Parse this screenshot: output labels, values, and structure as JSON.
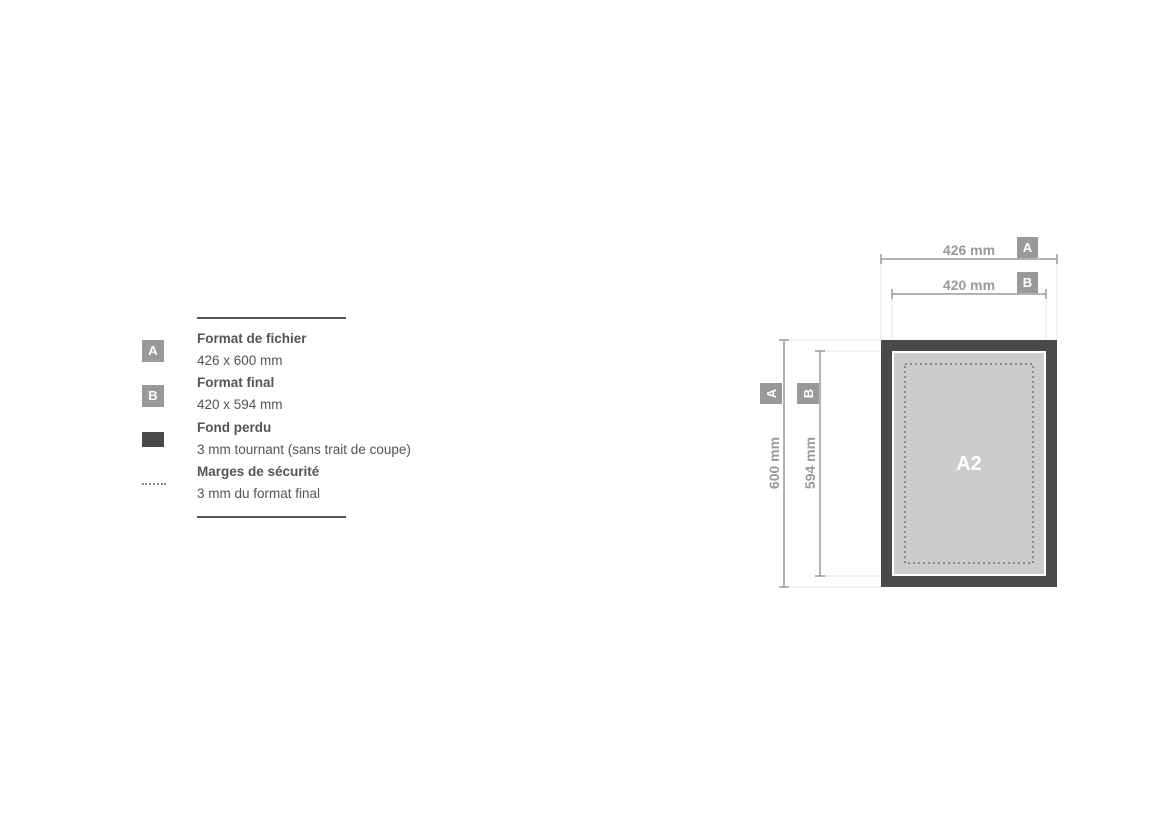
{
  "legend": {
    "items": [
      {
        "marker": "A",
        "marker_type": "badge",
        "title": "Format de fichier",
        "value": "426 x 600 mm"
      },
      {
        "marker": "B",
        "marker_type": "badge",
        "title": "Format final",
        "value": "420 x 594 mm"
      },
      {
        "marker": "",
        "marker_type": "dark-swatch",
        "title": "Fond perdu",
        "value": "3 mm tournant (sans trait de coupe)"
      },
      {
        "marker": "",
        "marker_type": "dotted-line",
        "title": "Marges de sécurité",
        "value": "3 mm du format final"
      }
    ]
  },
  "diagram": {
    "format_name": "A2",
    "file_width": "426 mm",
    "file_height": "600 mm",
    "final_width": "420 mm",
    "final_height": "594 mm",
    "file_tag": "A",
    "final_tag": "B"
  },
  "colors": {
    "bleed": "#4a4a4a",
    "page": "#cccccc",
    "dimension": "#9a9a9a",
    "text": "#555555"
  }
}
